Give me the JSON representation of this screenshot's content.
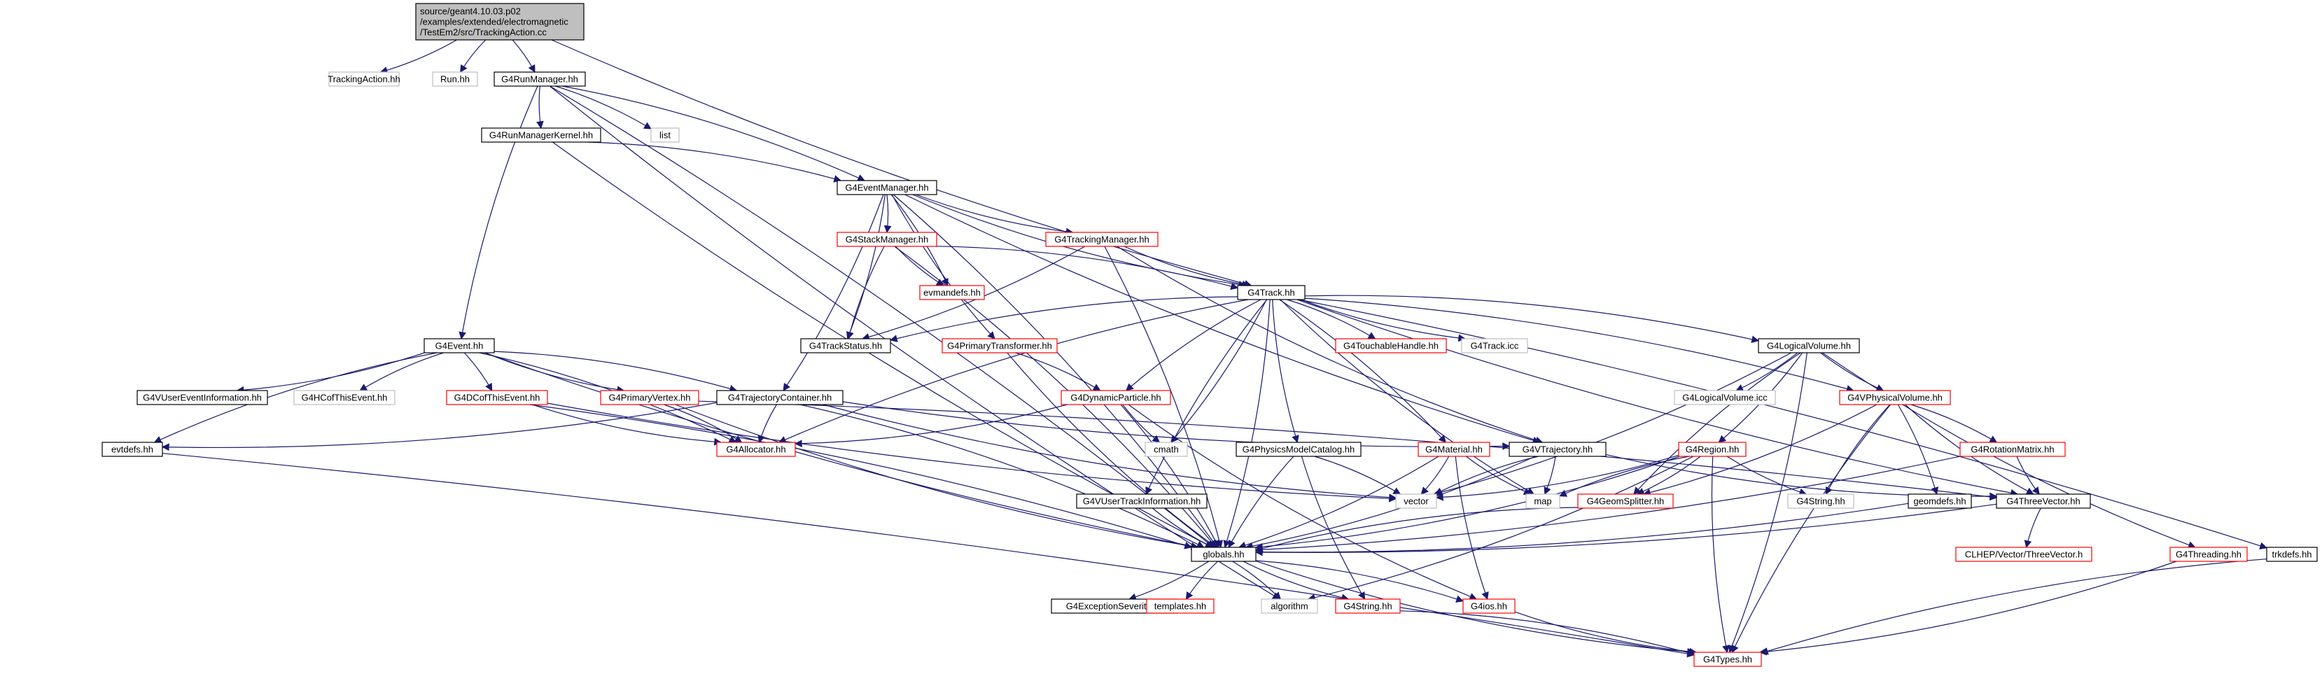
{
  "diagram": {
    "nodes": [
      {
        "id": "root",
        "label_lines": [
          "source/geant4.10.03.p02",
          "/examples/extended/electromagnetic",
          "/TestEm2/src/TrackingAction.cc"
        ],
        "style": "root"
      },
      {
        "id": "TrackingAction_hh",
        "label_lines": [
          "TrackingAction.hh"
        ],
        "style": "gray"
      },
      {
        "id": "Run_hh",
        "label_lines": [
          "Run.hh"
        ],
        "style": "gray"
      },
      {
        "id": "G4RunManager_hh",
        "label_lines": [
          "G4RunManager.hh"
        ],
        "style": "black"
      },
      {
        "id": "list",
        "label_lines": [
          "list"
        ],
        "style": "gray"
      },
      {
        "id": "G4RunManagerKernel_hh",
        "label_lines": [
          "G4RunManagerKernel.hh"
        ],
        "style": "black"
      },
      {
        "id": "G4EventManager_hh",
        "label_lines": [
          "G4EventManager.hh"
        ],
        "style": "black"
      },
      {
        "id": "G4StackManager_hh",
        "label_lines": [
          "G4StackManager.hh"
        ],
        "style": "red"
      },
      {
        "id": "G4TrackingManager_hh",
        "label_lines": [
          "G4TrackingManager.hh"
        ],
        "style": "red"
      },
      {
        "id": "evmandefs_hh",
        "label_lines": [
          "evmandefs.hh"
        ],
        "style": "red"
      },
      {
        "id": "G4Track_hh",
        "label_lines": [
          "G4Track.hh"
        ],
        "style": "black"
      },
      {
        "id": "G4Event_hh",
        "label_lines": [
          "G4Event.hh"
        ],
        "style": "black"
      },
      {
        "id": "G4TrackStatus_hh",
        "label_lines": [
          "G4TrackStatus.hh"
        ],
        "style": "black"
      },
      {
        "id": "G4PrimaryTransformer_hh",
        "label_lines": [
          "G4PrimaryTransformer.hh"
        ],
        "style": "red"
      },
      {
        "id": "G4TouchableHandle_hh",
        "label_lines": [
          "G4TouchableHandle.hh"
        ],
        "style": "red"
      },
      {
        "id": "G4Track_icc",
        "label_lines": [
          "G4Track.icc"
        ],
        "style": "gray"
      },
      {
        "id": "G4LogicalVolume_hh",
        "label_lines": [
          "G4LogicalVolume.hh"
        ],
        "style": "black"
      },
      {
        "id": "G4VUserEventInformation_hh",
        "label_lines": [
          "G4VUserEventInformation.hh"
        ],
        "style": "black"
      },
      {
        "id": "G4HCofThisEvent_hh",
        "label_lines": [
          "G4HCofThisEvent.hh"
        ],
        "style": "gray"
      },
      {
        "id": "G4DCofThisEvent_hh",
        "label_lines": [
          "G4DCofThisEvent.hh"
        ],
        "style": "red"
      },
      {
        "id": "G4PrimaryVertex_hh",
        "label_lines": [
          "G4PrimaryVertex.hh"
        ],
        "style": "red"
      },
      {
        "id": "G4TrajectoryContainer_hh",
        "label_lines": [
          "G4TrajectoryContainer.hh"
        ],
        "style": "black"
      },
      {
        "id": "G4DynamicParticle_hh",
        "label_lines": [
          "G4DynamicParticle.hh"
        ],
        "style": "red"
      },
      {
        "id": "G4LogicalVolume_icc",
        "label_lines": [
          "G4LogicalVolume.icc"
        ],
        "style": "gray"
      },
      {
        "id": "G4VPhysicalVolume_hh",
        "label_lines": [
          "G4VPhysicalVolume.hh"
        ],
        "style": "red"
      },
      {
        "id": "evtdefs_hh",
        "label_lines": [
          "evtdefs.hh"
        ],
        "style": "black"
      },
      {
        "id": "G4Allocator_hh",
        "label_lines": [
          "G4Allocator.hh"
        ],
        "style": "red"
      },
      {
        "id": "cmath",
        "label_lines": [
          "cmath"
        ],
        "style": "gray"
      },
      {
        "id": "G4PhysicsModelCatalog_hh",
        "label_lines": [
          "G4PhysicsModelCatalog.hh"
        ],
        "style": "black"
      },
      {
        "id": "G4Material_hh",
        "label_lines": [
          "G4Material.hh"
        ],
        "style": "red"
      },
      {
        "id": "G4VTrajectory_hh",
        "label_lines": [
          "G4VTrajectory.hh"
        ],
        "style": "black"
      },
      {
        "id": "G4Region_hh",
        "label_lines": [
          "G4Region.hh"
        ],
        "style": "red"
      },
      {
        "id": "G4RotationMatrix_hh",
        "label_lines": [
          "G4RotationMatrix.hh"
        ],
        "style": "red"
      },
      {
        "id": "vector",
        "label_lines": [
          "vector"
        ],
        "style": "gray"
      },
      {
        "id": "map",
        "label_lines": [
          "map"
        ],
        "style": "gray"
      },
      {
        "id": "G4GeomSplitter_hh",
        "label_lines": [
          "G4GeomSplitter.hh"
        ],
        "style": "red"
      },
      {
        "id": "G4String_hh_top",
        "label_lines": [
          "G4String.hh"
        ],
        "style": "gray"
      },
      {
        "id": "geomdefs_hh",
        "label_lines": [
          "geomdefs.hh"
        ],
        "style": "black"
      },
      {
        "id": "G4ThreeVector_hh",
        "label_lines": [
          "G4ThreeVector.hh"
        ],
        "style": "black"
      },
      {
        "id": "G4VUserTrackInformation_hh",
        "label_lines": [
          "G4VUserTrackInformation.hh"
        ],
        "style": "black"
      },
      {
        "id": "globals_hh",
        "label_lines": [
          "globals.hh"
        ],
        "style": "black"
      },
      {
        "id": "CLHEP_ThreeVector_h",
        "label_lines": [
          "CLHEP/Vector/ThreeVector.h"
        ],
        "style": "red"
      },
      {
        "id": "G4Threading_hh",
        "label_lines": [
          "G4Threading.hh"
        ],
        "style": "red"
      },
      {
        "id": "trkdefs_hh",
        "label_lines": [
          "trkdefs.hh"
        ],
        "style": "black"
      },
      {
        "id": "G4ExceptionSeverity_hh",
        "label_lines": [
          "G4ExceptionSeverity.hh"
        ],
        "style": "black"
      },
      {
        "id": "templates_hh",
        "label_lines": [
          "templates.hh"
        ],
        "style": "red"
      },
      {
        "id": "algorithm",
        "label_lines": [
          "algorithm"
        ],
        "style": "gray"
      },
      {
        "id": "G4String_hh",
        "label_lines": [
          "G4String.hh"
        ],
        "style": "red"
      },
      {
        "id": "G4ios_hh",
        "label_lines": [
          "G4ios.hh"
        ],
        "style": "red"
      },
      {
        "id": "G4Types_hh",
        "label_lines": [
          "G4Types.hh"
        ],
        "style": "red"
      }
    ],
    "edges": [
      [
        "root",
        "TrackingAction_hh"
      ],
      [
        "root",
        "Run_hh"
      ],
      [
        "root",
        "G4RunManager_hh"
      ],
      [
        "root",
        "G4Track_hh"
      ],
      [
        "G4RunManager_hh",
        "list"
      ],
      [
        "G4RunManager_hh",
        "G4RunManagerKernel_hh"
      ],
      [
        "G4RunManager_hh",
        "G4EventManager_hh"
      ],
      [
        "G4RunManager_hh",
        "G4Event_hh"
      ],
      [
        "G4RunManager_hh",
        "globals_hh"
      ],
      [
        "G4RunManager_hh",
        "algorithm"
      ],
      [
        "G4RunManagerKernel_hh",
        "G4EventManager_hh"
      ],
      [
        "G4RunManagerKernel_hh",
        "globals_hh"
      ],
      [
        "G4EventManager_hh",
        "G4StackManager_hh"
      ],
      [
        "G4EventManager_hh",
        "G4TrackingManager_hh"
      ],
      [
        "G4EventManager_hh",
        "evmandefs_hh"
      ],
      [
        "G4EventManager_hh",
        "G4Track_hh"
      ],
      [
        "G4EventManager_hh",
        "G4TrackStatus_hh"
      ],
      [
        "G4EventManager_hh",
        "G4PrimaryTransformer_hh"
      ],
      [
        "G4EventManager_hh",
        "G4TrajectoryContainer_hh"
      ],
      [
        "G4EventManager_hh",
        "G4VTrajectory_hh"
      ],
      [
        "G4EventManager_hh",
        "globals_hh"
      ],
      [
        "G4StackManager_hh",
        "evmandefs_hh"
      ],
      [
        "G4StackManager_hh",
        "G4Track_hh"
      ],
      [
        "G4StackManager_hh",
        "G4TrackStatus_hh"
      ],
      [
        "G4StackManager_hh",
        "globals_hh"
      ],
      [
        "G4TrackingManager_hh",
        "G4Track_hh"
      ],
      [
        "G4TrackingManager_hh",
        "G4TrackStatus_hh"
      ],
      [
        "G4TrackingManager_hh",
        "G4VTrajectory_hh"
      ],
      [
        "G4TrackingManager_hh",
        "globals_hh"
      ],
      [
        "G4Track_hh",
        "G4TrackStatus_hh"
      ],
      [
        "G4Track_hh",
        "G4TouchableHandle_hh"
      ],
      [
        "G4Track_hh",
        "G4Track_icc"
      ],
      [
        "G4Track_hh",
        "G4LogicalVolume_hh"
      ],
      [
        "G4Track_hh",
        "G4DynamicParticle_hh"
      ],
      [
        "G4Track_hh",
        "G4VPhysicalVolume_hh"
      ],
      [
        "G4Track_hh",
        "G4Allocator_hh"
      ],
      [
        "G4Track_hh",
        "cmath"
      ],
      [
        "G4Track_hh",
        "G4PhysicsModelCatalog_hh"
      ],
      [
        "G4Track_hh",
        "G4Material_hh"
      ],
      [
        "G4Track_hh",
        "G4VUserTrackInformation_hh"
      ],
      [
        "G4Track_hh",
        "globals_hh"
      ],
      [
        "G4Track_hh",
        "G4ThreeVector_hh"
      ],
      [
        "G4Track_hh",
        "trkdefs_hh"
      ],
      [
        "G4Track_hh",
        "map"
      ],
      [
        "G4Event_hh",
        "G4VUserEventInformation_hh"
      ],
      [
        "G4Event_hh",
        "G4HCofThisEvent_hh"
      ],
      [
        "G4Event_hh",
        "G4DCofThisEvent_hh"
      ],
      [
        "G4Event_hh",
        "G4PrimaryVertex_hh"
      ],
      [
        "G4Event_hh",
        "G4TrajectoryContainer_hh"
      ],
      [
        "G4Event_hh",
        "evtdefs_hh"
      ],
      [
        "G4Event_hh",
        "G4Allocator_hh"
      ],
      [
        "G4Event_hh",
        "globals_hh"
      ],
      [
        "G4PrimaryTransformer_hh",
        "G4DynamicParticle_hh"
      ],
      [
        "G4PrimaryTransformer_hh",
        "globals_hh"
      ],
      [
        "G4LogicalVolume_hh",
        "G4LogicalVolume_icc"
      ],
      [
        "G4LogicalVolume_hh",
        "G4VPhysicalVolume_hh"
      ],
      [
        "G4LogicalVolume_hh",
        "G4Region_hh"
      ],
      [
        "G4LogicalVolume_hh",
        "G4GeomSplitter_hh"
      ],
      [
        "G4LogicalVolume_hh",
        "vector"
      ],
      [
        "G4LogicalVolume_hh",
        "G4Threading_hh"
      ],
      [
        "G4LogicalVolume_hh",
        "G4Types_hh"
      ],
      [
        "G4DCofThisEvent_hh",
        "G4Allocator_hh"
      ],
      [
        "G4DCofThisEvent_hh",
        "globals_hh"
      ],
      [
        "G4DCofThisEvent_hh",
        "vector"
      ],
      [
        "G4PrimaryVertex_hh",
        "G4Allocator_hh"
      ],
      [
        "G4PrimaryVertex_hh",
        "globals_hh"
      ],
      [
        "G4PrimaryVertex_hh",
        "G4ThreeVector_hh"
      ],
      [
        "G4TrajectoryContainer_hh",
        "G4Allocator_hh"
      ],
      [
        "G4TrajectoryContainer_hh",
        "globals_hh"
      ],
      [
        "G4TrajectoryContainer_hh",
        "vector"
      ],
      [
        "G4TrajectoryContainer_hh",
        "evtdefs_hh"
      ],
      [
        "G4TrajectoryContainer_hh",
        "G4VTrajectory_hh"
      ],
      [
        "G4DynamicParticle_hh",
        "G4Allocator_hh"
      ],
      [
        "G4DynamicParticle_hh",
        "cmath"
      ],
      [
        "G4DynamicParticle_hh",
        "globals_hh"
      ],
      [
        "G4DynamicParticle_hh",
        "G4ios_hh"
      ],
      [
        "G4VPhysicalVolume_hh",
        "G4RotationMatrix_hh"
      ],
      [
        "G4VPhysicalVolume_hh",
        "G4ThreeVector_hh"
      ],
      [
        "G4VPhysicalVolume_hh",
        "G4GeomSplitter_hh"
      ],
      [
        "G4VPhysicalVolume_hh",
        "G4String_hh_top"
      ],
      [
        "G4VPhysicalVolume_hh",
        "geomdefs_hh"
      ],
      [
        "G4VPhysicalVolume_hh",
        "G4Types_hh"
      ],
      [
        "evtdefs_hh",
        "G4Types_hh"
      ],
      [
        "G4PhysicsModelCatalog_hh",
        "globals_hh"
      ],
      [
        "G4PhysicsModelCatalog_hh",
        "vector"
      ],
      [
        "G4PhysicsModelCatalog_hh",
        "G4String_hh"
      ],
      [
        "G4Material_hh",
        "vector"
      ],
      [
        "G4Material_hh",
        "map"
      ],
      [
        "G4Material_hh",
        "globals_hh"
      ],
      [
        "G4Material_hh",
        "G4ios_hh"
      ],
      [
        "G4VTrajectory_hh",
        "globals_hh"
      ],
      [
        "G4VTrajectory_hh",
        "vector"
      ],
      [
        "G4VTrajectory_hh",
        "map"
      ],
      [
        "G4VTrajectory_hh",
        "G4ThreeVector_hh"
      ],
      [
        "G4Region_hh",
        "vector"
      ],
      [
        "G4Region_hh",
        "map"
      ],
      [
        "G4Region_hh",
        "G4GeomSplitter_hh"
      ],
      [
        "G4Region_hh",
        "G4String_hh_top"
      ],
      [
        "G4Region_hh",
        "globals_hh"
      ],
      [
        "G4Region_hh",
        "G4Types_hh"
      ],
      [
        "G4Region_hh",
        "algorithm"
      ],
      [
        "G4RotationMatrix_hh",
        "G4ThreeVector_hh"
      ],
      [
        "G4RotationMatrix_hh",
        "globals_hh"
      ],
      [
        "G4GeomSplitter_hh",
        "globals_hh"
      ],
      [
        "geomdefs_hh",
        "globals_hh"
      ],
      [
        "G4ThreeVector_hh",
        "CLHEP_ThreeVector_h"
      ],
      [
        "G4ThreeVector_hh",
        "globals_hh"
      ],
      [
        "G4VUserTrackInformation_hh",
        "globals_hh"
      ],
      [
        "globals_hh",
        "G4ExceptionSeverity_hh"
      ],
      [
        "globals_hh",
        "templates_hh"
      ],
      [
        "globals_hh",
        "algorithm"
      ],
      [
        "globals_hh",
        "G4String_hh"
      ],
      [
        "globals_hh",
        "G4ios_hh"
      ],
      [
        "globals_hh",
        "G4Types_hh"
      ],
      [
        "G4String_hh",
        "G4Types_hh"
      ],
      [
        "G4ios_hh",
        "G4Types_hh"
      ],
      [
        "G4Threading_hh",
        "G4Types_hh"
      ],
      [
        "trkdefs_hh",
        "G4Types_hh"
      ]
    ]
  }
}
